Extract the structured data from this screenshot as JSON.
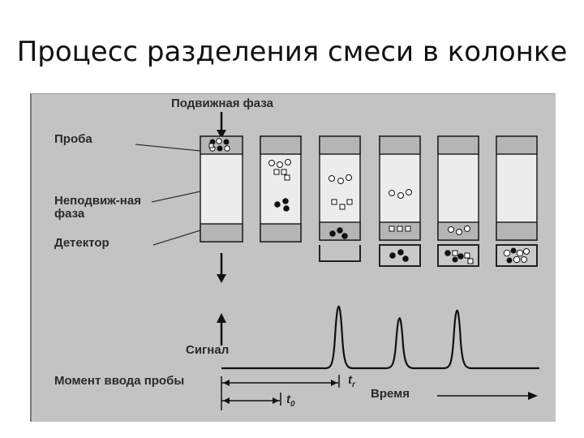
{
  "slide": {
    "title": "Процесс разделения смеси в колонке"
  },
  "figure": {
    "labels": {
      "mobile_phase": "Подвижная фаза",
      "sample": "Проба",
      "stationary_phase": "Неподвиж-ная фаза",
      "detector": "Детектор",
      "signal": "Сигнал",
      "injection_moment": "Момент ввода пробы",
      "time": "Время",
      "tr": "t",
      "tr_sub": "r",
      "t0": "t",
      "t0_sub": "0"
    },
    "columns_count": 6,
    "peaks_count": 3,
    "colors": {
      "background": "#c3c3c3",
      "column_fill": "#ececec",
      "zone": "#b5b5b5",
      "ink": "#111111"
    }
  }
}
